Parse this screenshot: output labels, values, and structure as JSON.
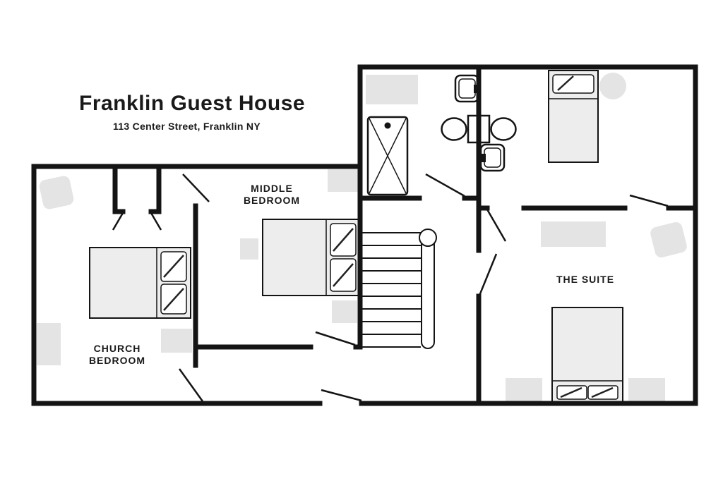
{
  "header": {
    "title": "Franklin Guest House",
    "subtitle": "113 Center Street, Franklin NY"
  },
  "rooms": {
    "middle_bedroom": {
      "line1": "MIDDLE",
      "line2": "BEDROOM"
    },
    "church_bedroom": {
      "line1": "CHURCH",
      "line2": "BEDROOM"
    },
    "suite": {
      "label": "THE SUITE"
    }
  },
  "colors": {
    "wall": "#141414",
    "floor": "#ffffff",
    "rug": "#e4e4e4",
    "bed": "#ededed"
  }
}
